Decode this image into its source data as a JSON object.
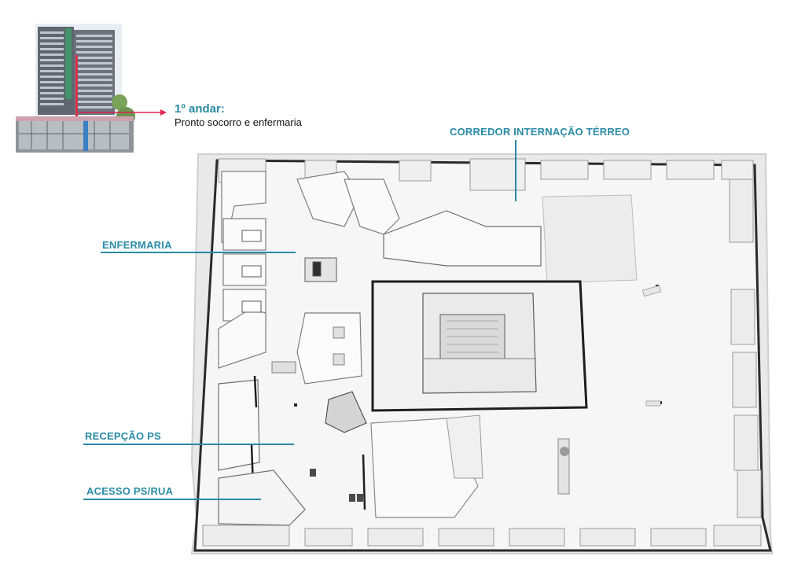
{
  "floor": {
    "title": "1º andar:",
    "subtitle": "Pronto socorro e enfermaria"
  },
  "callouts": {
    "corredor": "CORREDOR INTERNAÇÃO TÉRREO",
    "enfermaria": "ENFERMARIA",
    "recepcao": "RECEPÇÃO PS",
    "acesso": "ACESSO PS/RUA"
  },
  "colors": {
    "accent": "#2a8aa6",
    "pointer_arrow": "#e0234e",
    "wall": "#2b2b2b",
    "floor": "#f3f3f3"
  }
}
